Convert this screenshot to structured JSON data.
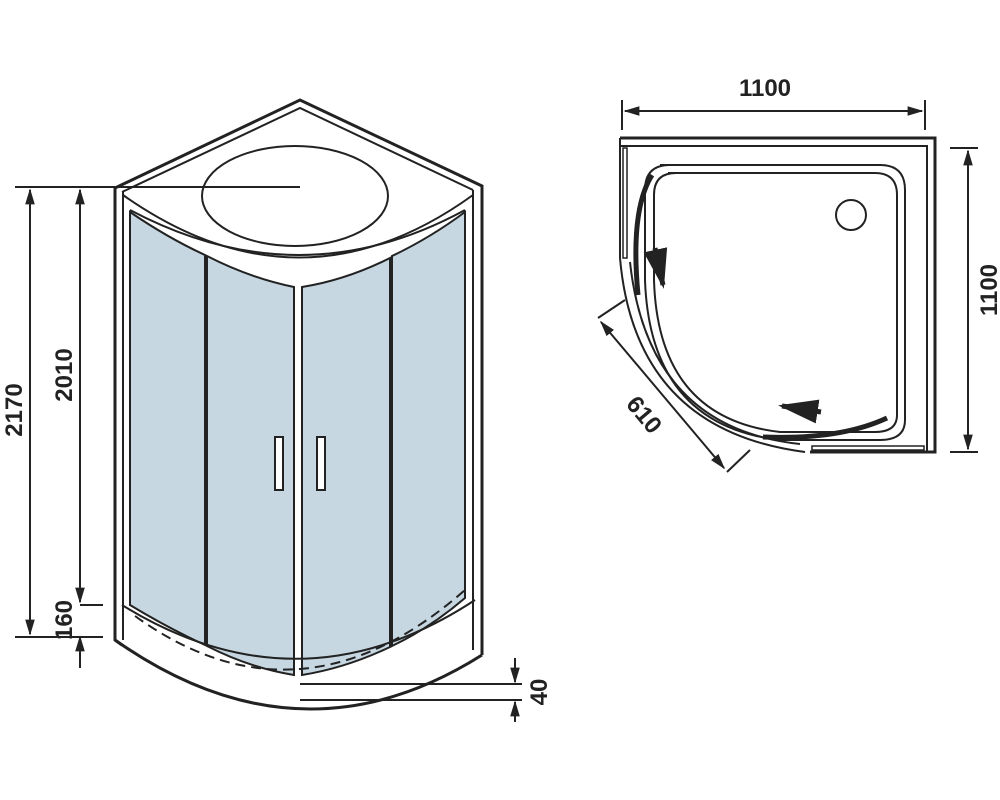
{
  "front_view": {
    "dimensions": {
      "total_height": "2170",
      "cabin_height": "2010",
      "tray_height": "160",
      "tray_depth": "40"
    }
  },
  "plan_view": {
    "dimensions": {
      "width": "1100",
      "depth": "1100",
      "door_opening": "610"
    }
  },
  "colors": {
    "glass": "#c6d7e2",
    "line": "#222222"
  }
}
